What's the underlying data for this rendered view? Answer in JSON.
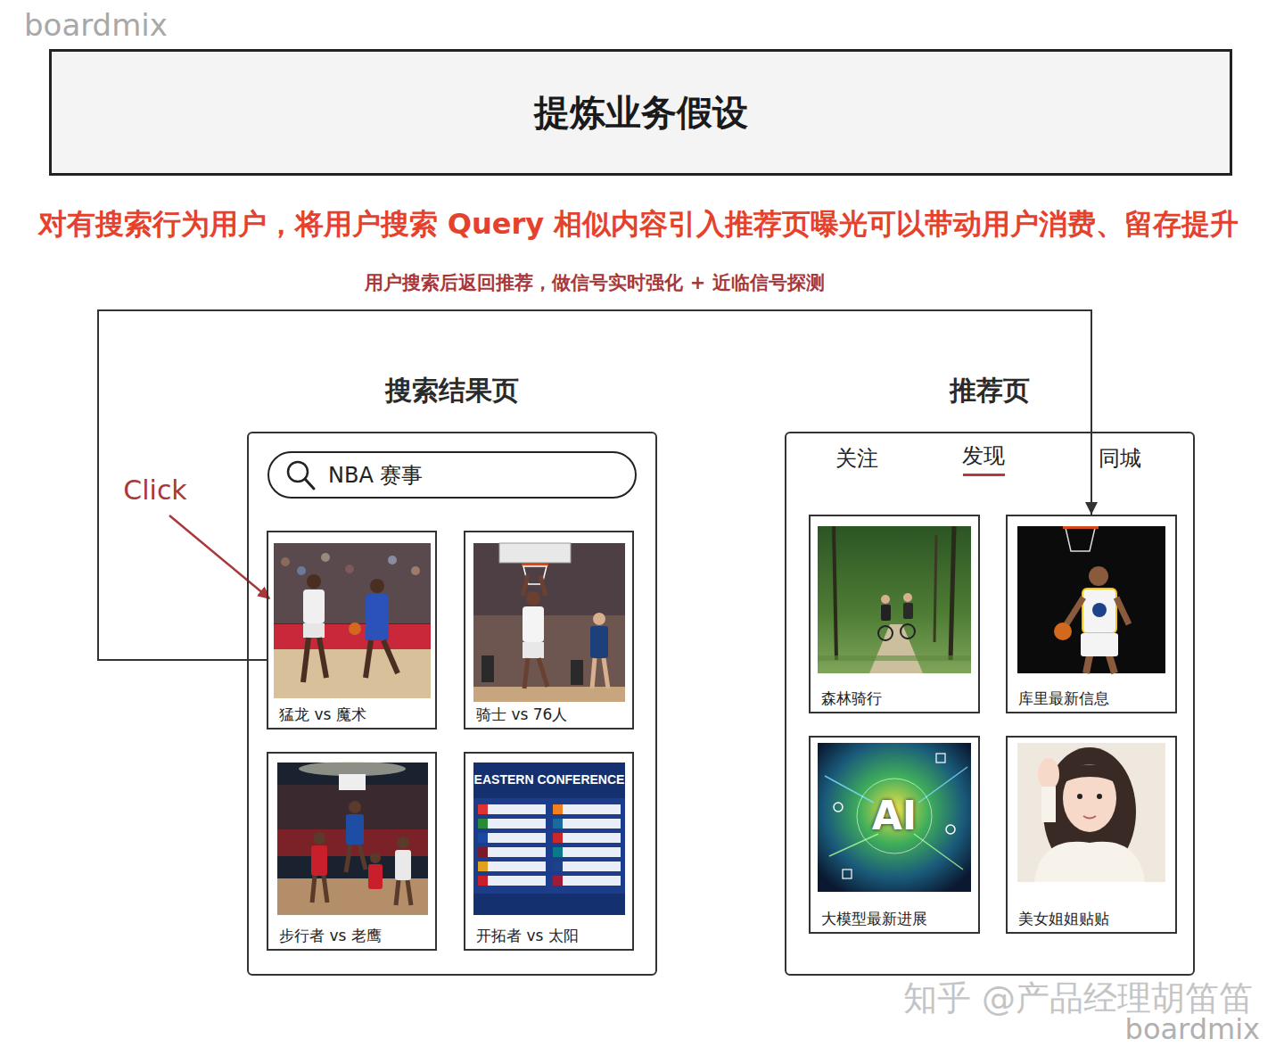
{
  "diagram": {
    "title": "提炼业务假设",
    "nodes": [
      {
        "text": [
          "搜索结果页"
        ]
      },
      {
        "text": [
          "NBA 赛事"
        ],
        "in": 0
      },
      {
        "text": [
          "猛龙 vs 魔术"
        ],
        "in": 0
      },
      {
        "text": [
          "骑士 vs 76人"
        ],
        "in": 0
      },
      {
        "text": [
          "步行者 vs 老鹰"
        ],
        "in": 0
      },
      {
        "text": [
          "开拓者 vs 太阳"
        ],
        "in": 0
      },
      {
        "text": [
          "推荐页"
        ]
      },
      {
        "text": [
          "森林骑行"
        ],
        "in": 6
      },
      {
        "text": [
          "库里最新信息"
        ],
        "in": 6
      },
      {
        "text": [
          "大模型最新进展"
        ],
        "in": 6
      },
      {
        "text": [
          "美女姐姐贴贴"
        ],
        "in": 6
      }
    ],
    "edges": [
      {
        "from": 2,
        "to": 8,
        "label": "用户搜索后返回推荐，做信号实时强化 + 近临信号探测",
        "arrow": "to"
      }
    ],
    "labels": [
      "boardmix",
      "对有搜索行为用户，将用户搜索 Query 相似内容引入推荐页曝光可以带动用户消费、留存提升",
      "Click",
      "关注",
      "发现",
      "同城",
      "EASTERN CONFERENCE",
      "AI",
      "知乎 @产品经理胡笛笛",
      "boardmix"
    ]
  }
}
